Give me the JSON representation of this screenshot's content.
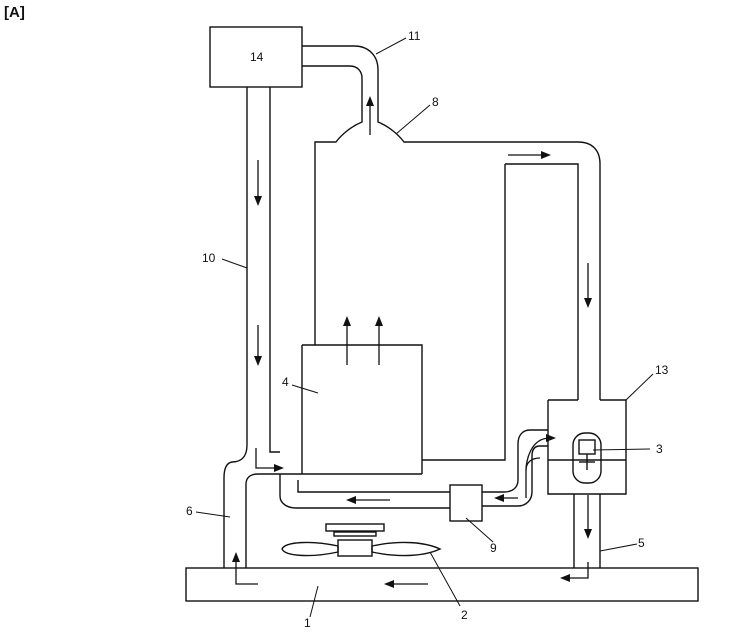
{
  "panel_label": "[A]",
  "callouts": {
    "c1": "1",
    "c2": "2",
    "c3": "3",
    "c4": "4",
    "c5": "5",
    "c6": "6",
    "c8": "8",
    "c9": "9",
    "c10": "10",
    "c11": "11",
    "c13": "13",
    "c14": "14"
  },
  "components": {
    "box_14": "14"
  },
  "colors": {
    "line": "#111111",
    "background": "#ffffff"
  },
  "icons": [
    "flow-arrow",
    "fan",
    "valve"
  ]
}
